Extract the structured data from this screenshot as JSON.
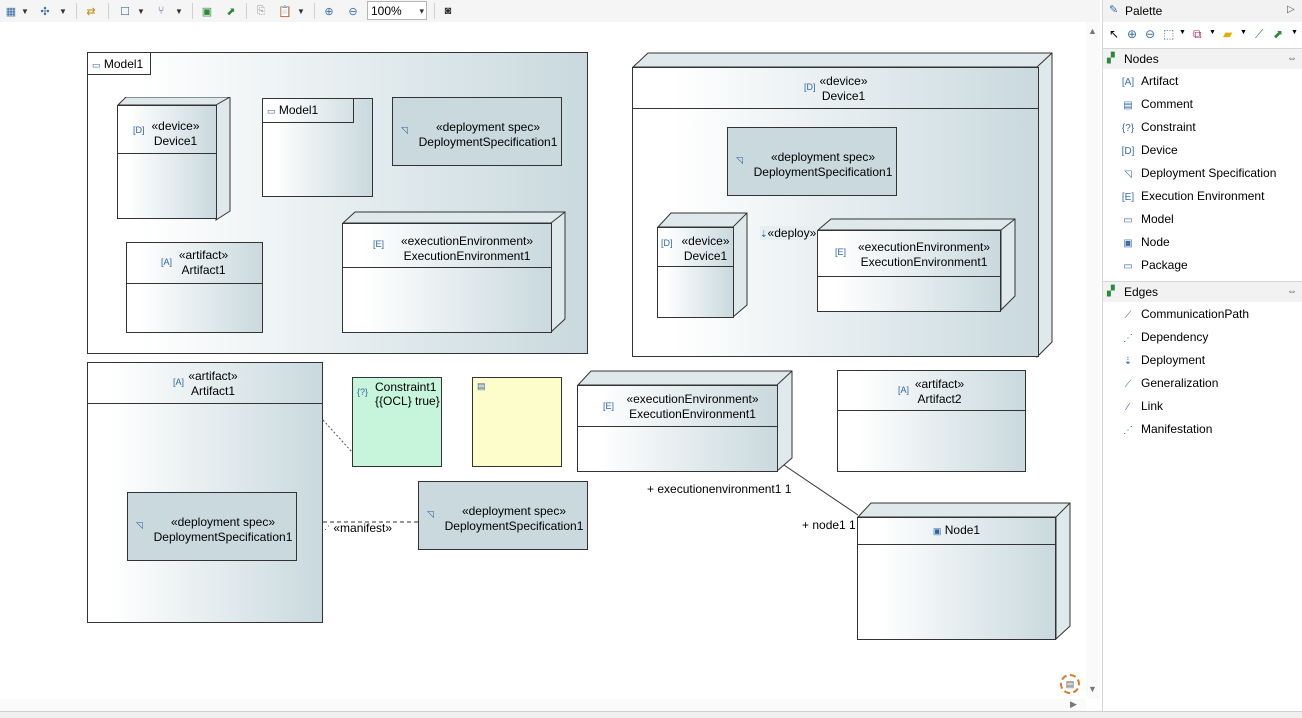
{
  "toolbar": {
    "zoom_value": "100%",
    "icons": [
      "select-all-icon",
      "dropdown-icon",
      "arrange-icon",
      "dropdown-icon",
      "link-icon",
      "new-element-icon",
      "dropdown-icon",
      "filter-icon",
      "dropdown-icon",
      "export-icon",
      "refresh-icon",
      "copy-icon",
      "paste-icon",
      "dropdown-icon",
      "zoom-in-icon",
      "zoom-out-icon",
      "camera-icon"
    ]
  },
  "palette": {
    "title": "Palette",
    "nodes_label": "Nodes",
    "edges_label": "Edges",
    "nodes": [
      {
        "label": "Artifact",
        "icon": "artifact-icon"
      },
      {
        "label": "Comment",
        "icon": "comment-icon"
      },
      {
        "label": "Constraint",
        "icon": "constraint-icon"
      },
      {
        "label": "Device",
        "icon": "device-icon"
      },
      {
        "label": "Deployment Specification",
        "icon": "deployment-spec-icon"
      },
      {
        "label": "Execution Environment",
        "icon": "execution-environment-icon"
      },
      {
        "label": "Model",
        "icon": "model-icon"
      },
      {
        "label": "Node",
        "icon": "node-icon"
      },
      {
        "label": "Package",
        "icon": "package-icon"
      }
    ],
    "edges": [
      {
        "label": "CommunicationPath",
        "icon": "communication-path-icon"
      },
      {
        "label": "Dependency",
        "icon": "dependency-icon"
      },
      {
        "label": "Deployment",
        "icon": "deployment-icon"
      },
      {
        "label": "Generalization",
        "icon": "generalization-icon"
      },
      {
        "label": "Link",
        "icon": "link-icon"
      },
      {
        "label": "Manifestation",
        "icon": "manifestation-icon"
      }
    ]
  },
  "diagram": {
    "model1": {
      "name": "Model1"
    },
    "device1_in_model": {
      "stereo": "«device»",
      "name": "Device1"
    },
    "model1_inner": {
      "name": "Model1"
    },
    "depspec_in_model": {
      "stereo": "«deployment spec»",
      "name": "DeploymentSpecification1"
    },
    "artifact_in_model": {
      "stereo": "«artifact»",
      "name": "Artifact1"
    },
    "execenv_in_model": {
      "stereo": "«executionEnvironment»",
      "name": "ExecutionEnvironment1"
    },
    "device_big": {
      "stereo": "«device»",
      "name": "Device1"
    },
    "depspec_in_device": {
      "stereo": "«deployment spec»",
      "name": "DeploymentSpecification1"
    },
    "device_inner": {
      "stereo": "«device»",
      "name": "Device1"
    },
    "deploy_label": "«deploy»",
    "execenv_in_device": {
      "stereo": "«executionEnvironment»",
      "name": "ExecutionEnvironment1"
    },
    "artifact_big": {
      "stereo": "«artifact»",
      "name": "Artifact1"
    },
    "depspec_in_artifact": {
      "stereo": "«deployment spec»",
      "name": "DeploymentSpecification1"
    },
    "constraint1": {
      "name": "Constraint1",
      "body": "{{OCL} true}"
    },
    "execenv_free": {
      "stereo": "«executionEnvironment»",
      "name": "ExecutionEnvironment1"
    },
    "artifact2": {
      "stereo": "«artifact»",
      "name": "Artifact2"
    },
    "depspec_free": {
      "stereo": "«deployment spec»",
      "name": "DeploymentSpecification1"
    },
    "manifest_label": "«manifest»",
    "node1": {
      "name": "Node1"
    },
    "assoc_end_exec": "+ executionenvironment1 1",
    "assoc_end_node": "+ node1 1"
  }
}
